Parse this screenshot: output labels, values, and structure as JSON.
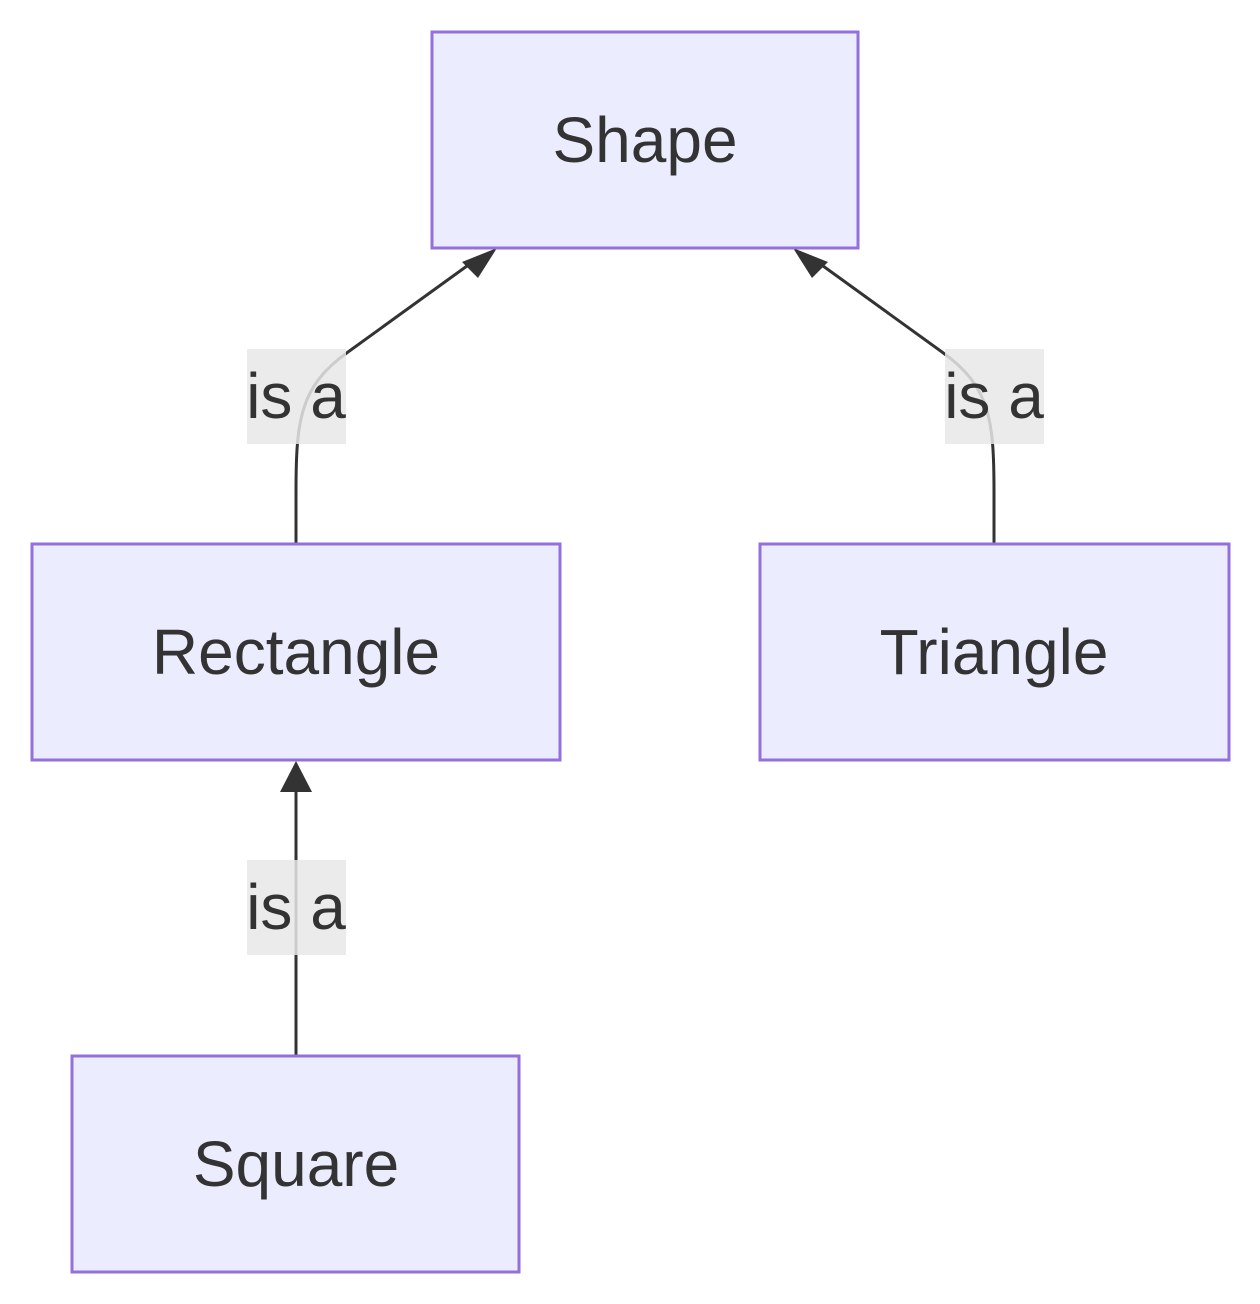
{
  "diagram": {
    "nodes": {
      "shape": {
        "label": "Shape"
      },
      "rectangle": {
        "label": "Rectangle"
      },
      "triangle": {
        "label": "Triangle"
      },
      "square": {
        "label": "Square"
      }
    },
    "edges": [
      {
        "from": "Rectangle",
        "to": "Shape",
        "label": "is a"
      },
      {
        "from": "Triangle",
        "to": "Shape",
        "label": "is a"
      },
      {
        "from": "Square",
        "to": "Rectangle",
        "label": "is a"
      }
    ],
    "colors": {
      "node_fill": "#ECECFF",
      "node_stroke": "#9370DB",
      "edge": "#333333",
      "text": "#333333",
      "edge_label_bg": "#e8e8e8"
    }
  }
}
